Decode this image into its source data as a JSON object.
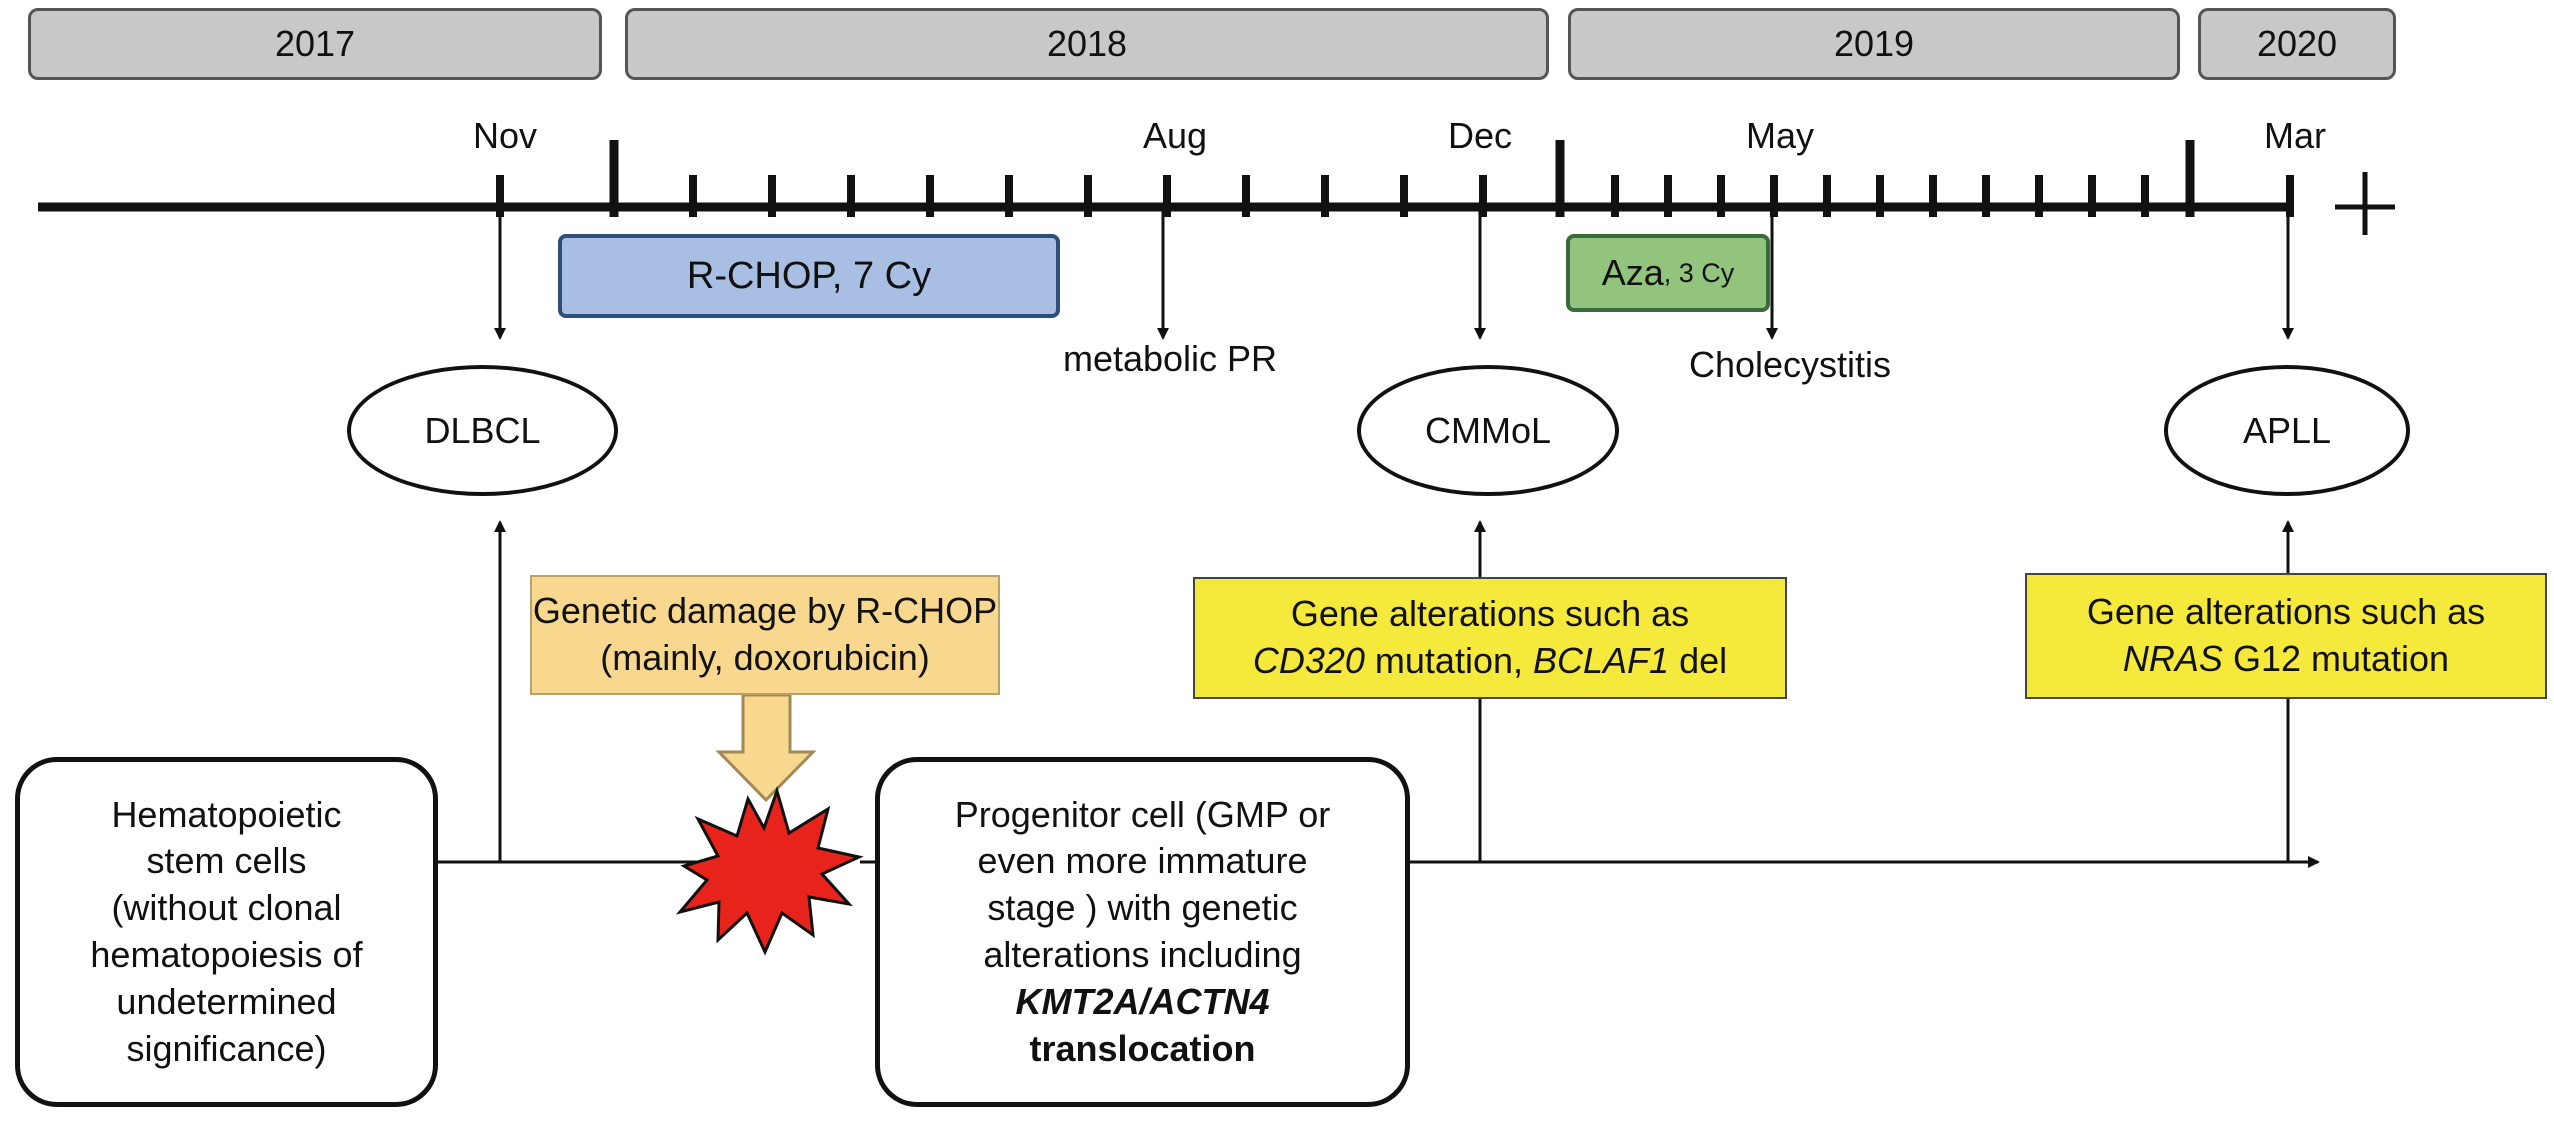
{
  "years": [
    {
      "label": "2017"
    },
    {
      "label": "2018"
    },
    {
      "label": "2019"
    },
    {
      "label": "2020"
    }
  ],
  "months": [
    {
      "label": "Nov"
    },
    {
      "label": "Aug"
    },
    {
      "label": "Dec"
    },
    {
      "label": "May"
    },
    {
      "label": "Mar"
    }
  ],
  "treatments": {
    "rchop": "R-CHOP, 7 Cy",
    "aza_main": "Aza",
    "aza_cycles": ", 3 Cy"
  },
  "events": {
    "metabolic_pr": "metabolic PR",
    "cholecystitis": "Cholecystitis"
  },
  "diagnoses": {
    "dlbcl": "DLBCL",
    "cmmol": "CMMoL",
    "apll": "APLL"
  },
  "damage_note": {
    "line1": "Genetic damage by R-CHOP",
    "line2": "(mainly, doxorubicin)"
  },
  "cmmol_note": {
    "line1": "Gene alterations such as",
    "gene1": "CD320",
    "mid": " mutation, ",
    "gene2": "BCLAF1",
    "end": " del"
  },
  "apll_note": {
    "line1": "Gene alterations such as",
    "gene": "NRAS",
    "rest": " G12 mutation"
  },
  "hsc": {
    "lines": [
      "Hematopoietic",
      "stem cells",
      "(without clonal",
      "hematopoiesis of",
      "undetermined",
      "significance)"
    ]
  },
  "progenitor": {
    "lines": [
      "Progenitor cell (GMP or",
      "even more immature",
      "stage ) with genetic",
      "alterations including"
    ],
    "bold1": "KMT2A/ACTN4",
    "bold2": "translocation"
  },
  "colors": {
    "year_box": "#c8c8c8",
    "rchop_fill": "#a8bfe3",
    "aza_fill": "#93c47d",
    "yellow_note": "#f5ea3b",
    "peach_note": "#f8d88f",
    "burst": "#e8231b"
  },
  "icons": {
    "burst": "explosion-burst-icon",
    "down_arrow": "block-down-arrow-icon",
    "death": "cross-icon"
  }
}
